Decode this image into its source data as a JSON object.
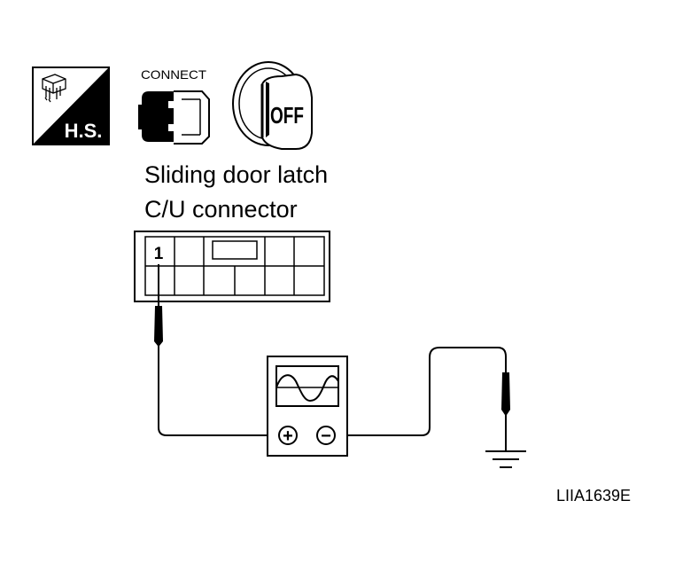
{
  "icons": {
    "harness_side": {
      "icon": "harness-side-icon",
      "label": "H.S."
    },
    "connect": {
      "icon": "connector-connect-icon",
      "label": "CONNECT"
    },
    "ignition": {
      "icon": "ignition-key-off-icon",
      "label": "OFF"
    }
  },
  "connector": {
    "title_line1": "Sliding door latch",
    "title_line2": "C/U connector",
    "terminal_label": "1"
  },
  "meter": {
    "icon": "oscilloscope-icon",
    "positive_symbol": "+",
    "negative_symbol": "−"
  },
  "ground": {
    "icon": "ground-icon"
  },
  "figure_id": "LIIA1639E",
  "colors": {
    "ink": "#000000",
    "paper": "#ffffff"
  }
}
